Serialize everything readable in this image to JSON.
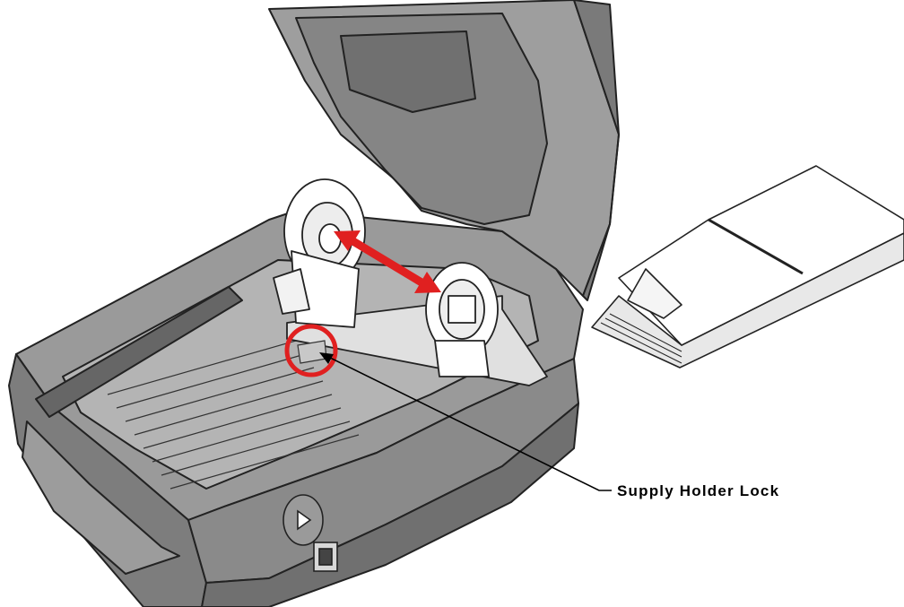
{
  "callout": {
    "label": "Supply Holder Lock"
  },
  "colors": {
    "highlight": "#e02020",
    "body_fill": "#8c8c8c",
    "body_dark": "#6a6a6a",
    "lid_fill": "#9b9b9b",
    "outline": "#222222",
    "paper": "#ffffff",
    "background": "#ffffff"
  },
  "elements": {
    "lock_marker": "circle",
    "direction_marker": "double-headed arrow"
  }
}
